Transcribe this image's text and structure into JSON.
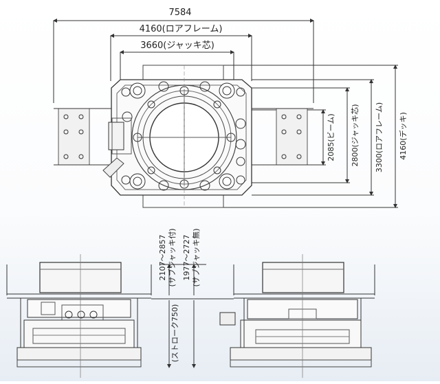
{
  "drawing": {
    "top_view": {
      "dimensions": {
        "overall_width": "7584",
        "lower_frame_width": "4160(ロアフレーム)",
        "jack_center_width": "3660(ジャッキ芯)",
        "beam_length": "2085(ビーム)",
        "jack_center_length": "2800(ジャッキ芯)",
        "lower_frame_length": "3300(ロアフレーム)",
        "deck_length": "4160(デッキ)"
      }
    },
    "side_view": {
      "dimensions": {
        "height_range_sub_jack_attached": "2107～2857",
        "height_note_sub_jack_attached": "(サブジャッキ付)",
        "height_range_sub_jack_excluded": "1977～2727",
        "height_note_sub_jack_excluded": "(サブジャッキ無)",
        "stroke": "(ストローク750)"
      }
    }
  }
}
